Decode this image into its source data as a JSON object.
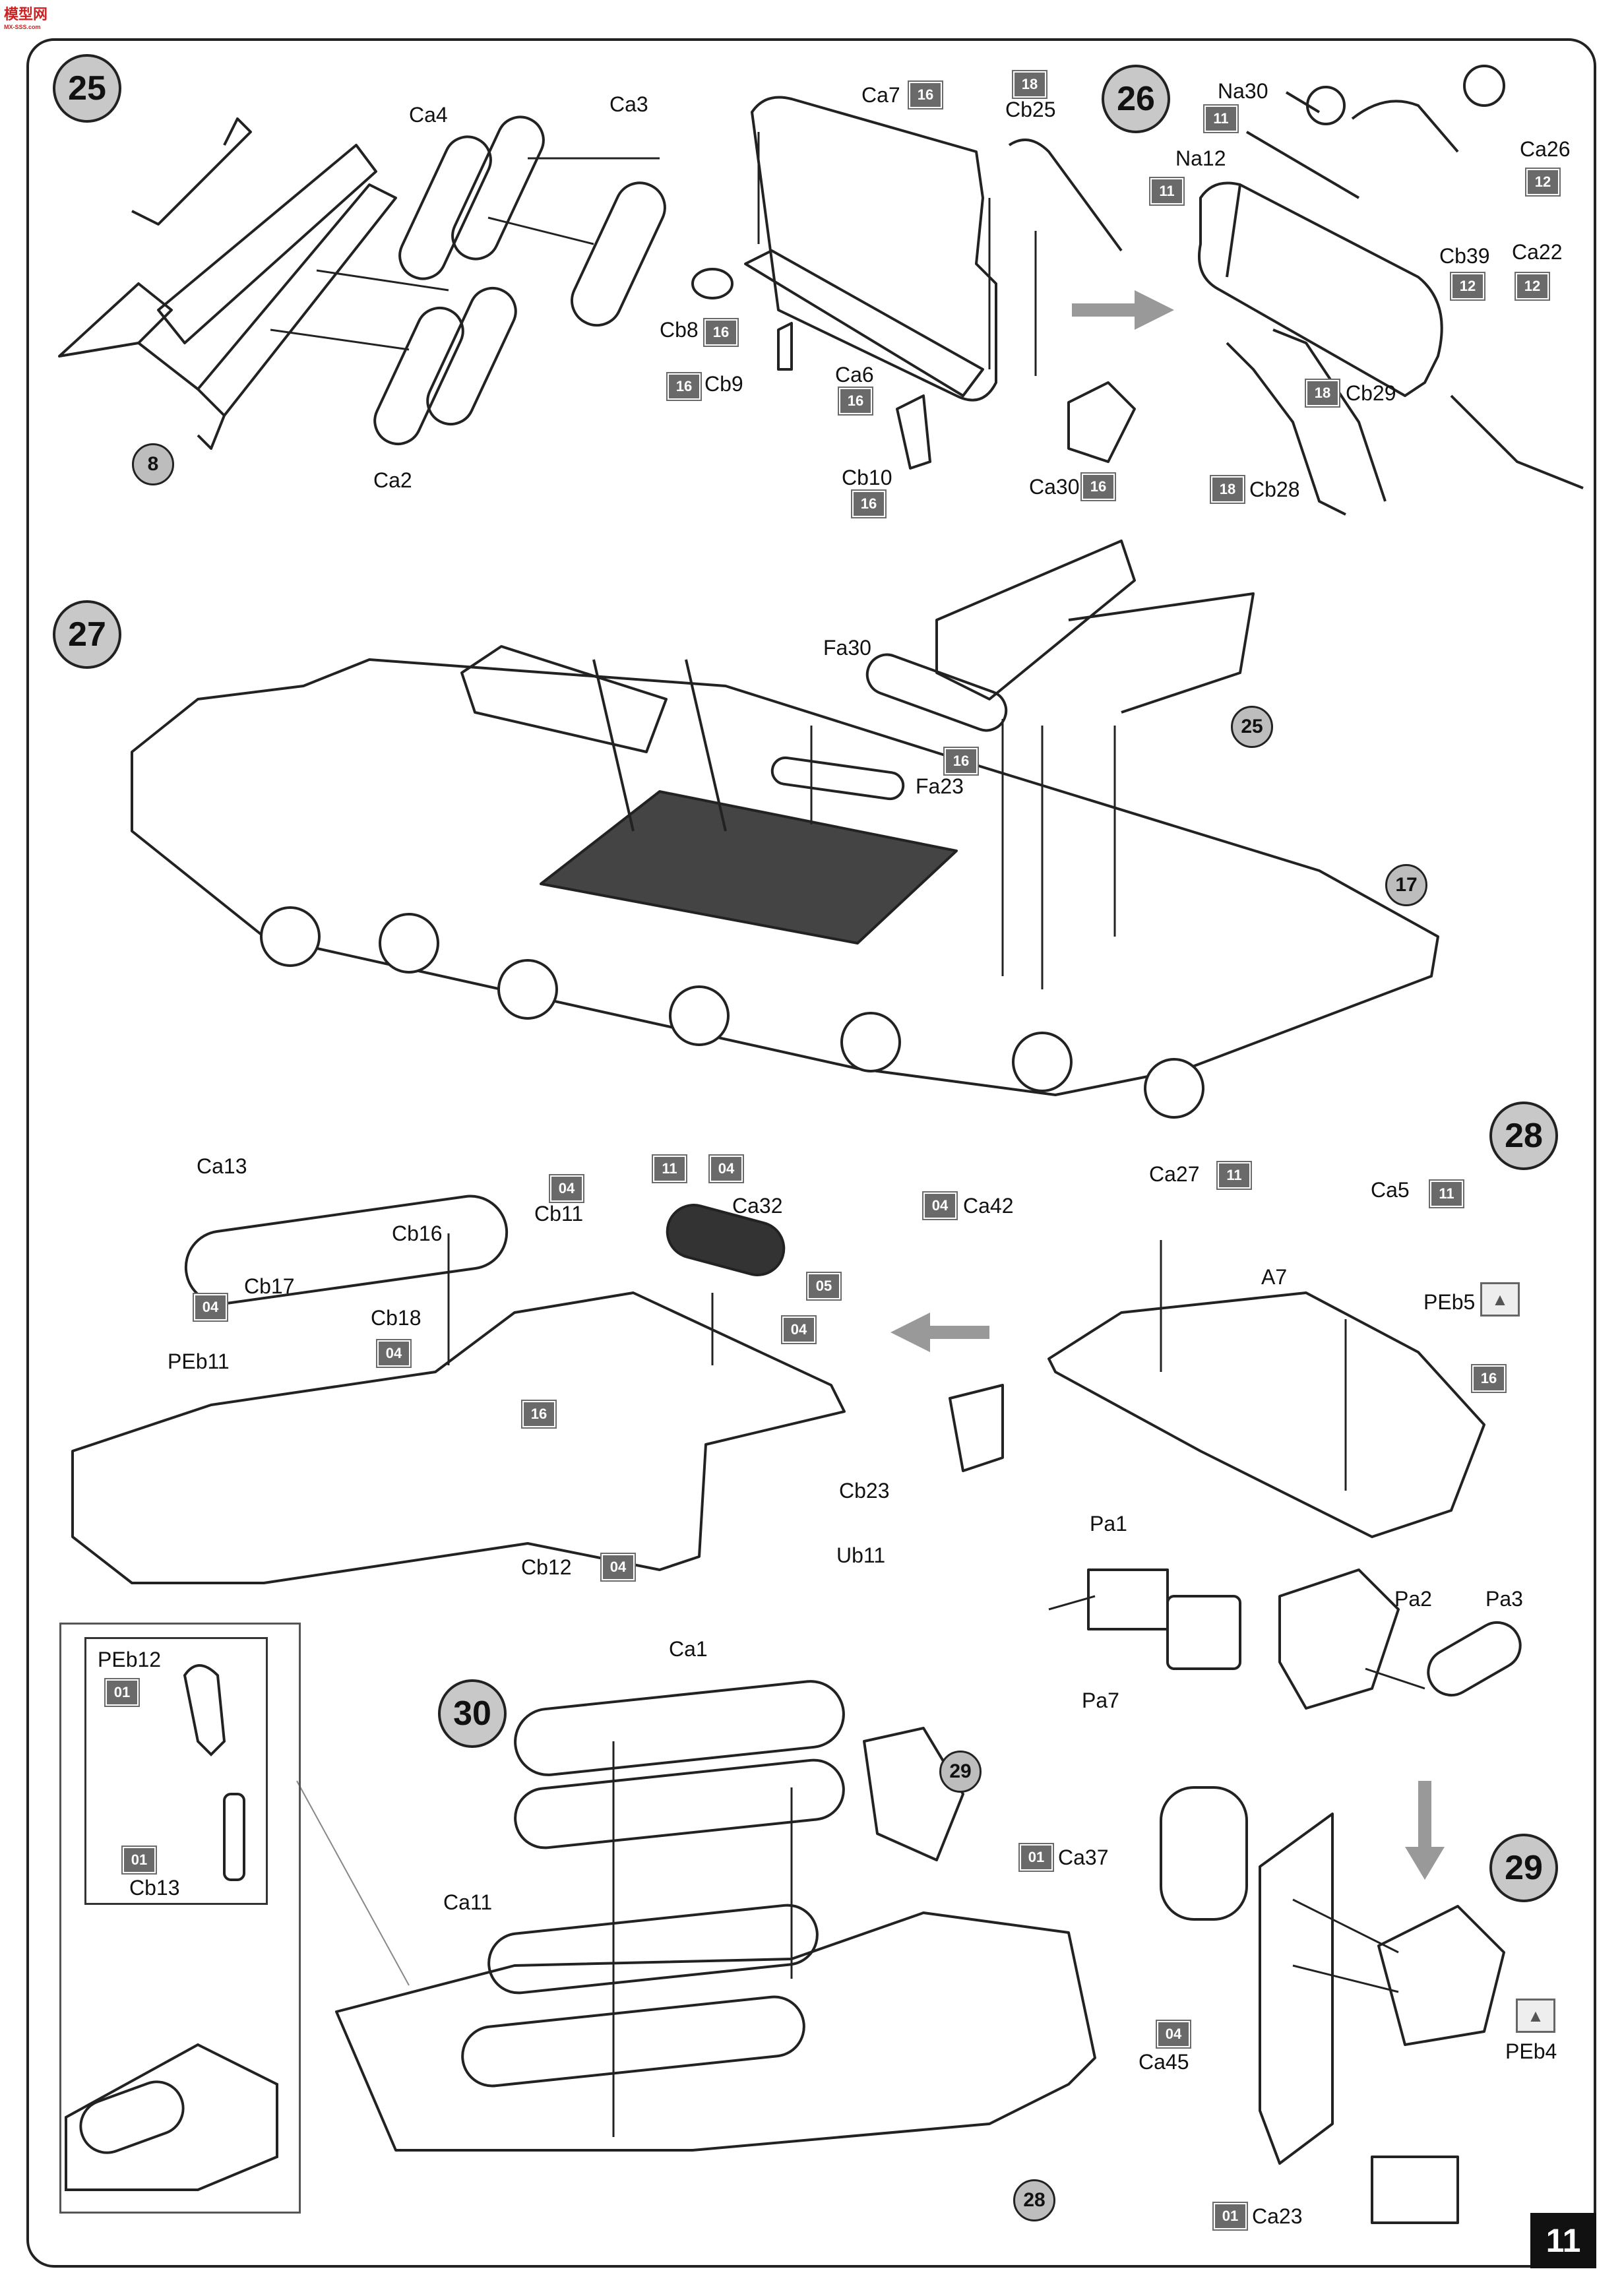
{
  "logo": {
    "text": "模型网",
    "sub": "MX-SSS.com"
  },
  "page_number": "11",
  "steps": [
    {
      "id": "25",
      "label": "25"
    },
    {
      "id": "26",
      "label": "26"
    },
    {
      "id": "27",
      "label": "27"
    },
    {
      "id": "28",
      "label": "28"
    },
    {
      "id": "29",
      "label": "29"
    },
    {
      "id": "30",
      "label": "30"
    }
  ],
  "refs": {
    "r8": "8",
    "r17": "17",
    "r25": "25",
    "r28": "28",
    "r29": "29"
  },
  "parts": {
    "ca4": "Ca4",
    "ca3": "Ca3",
    "ca2": "Ca2",
    "ca7": "Ca7",
    "cb25": "Cb25",
    "cb8": "Cb8",
    "cb9": "Cb9",
    "ca6": "Ca6",
    "cb10": "Cb10",
    "ca30": "Ca30",
    "na30": "Na30",
    "na12": "Na12",
    "ca26": "Ca26",
    "cb39": "Cb39",
    "ca22": "Ca22",
    "cb29": "Cb29",
    "cb28": "Cb28",
    "fa30": "Fa30",
    "fa23": "Fa23",
    "ca13": "Ca13",
    "cb16": "Cb16",
    "cb11": "Cb11",
    "ca32": "Ca32",
    "cb17": "Cb17",
    "cb18": "Cb18",
    "peb11": "PEb11",
    "cb12": "Cb12",
    "ca42": "Ca42",
    "ca27": "Ca27",
    "ca5": "Ca5",
    "a7": "A7",
    "peb5": "PEb5",
    "cb23": "Cb23",
    "pa1": "Pa1",
    "ub11": "Ub11",
    "pa2": "Pa2",
    "pa3": "Pa3",
    "pa7": "Pa7",
    "peb12": "PEb12",
    "cb13": "Cb13",
    "ca1": "Ca1",
    "ca11": "Ca11",
    "ca37": "Ca37",
    "ca45": "Ca45",
    "peb4": "PEb4",
    "ca23": "Ca23"
  },
  "sprues": {
    "s16_ca7": "16",
    "s18_cb25": "18",
    "s16_cb8": "16",
    "s16_cb9": "16",
    "s16_ca6": "16",
    "s16_cb10": "16",
    "s16_ca30": "16",
    "s11_na30": "11",
    "s11_na12": "11",
    "s12_ca26": "12",
    "s12_cb39": "12",
    "s12_ca22": "12",
    "s18_cb29": "18",
    "s18_cb28": "18",
    "s16_fa23": "16",
    "s04_cb11": "04",
    "s11_ca32": "11",
    "s04_ca32": "04",
    "s05_ca32": "05",
    "s04_hull": "04",
    "s04_cb17": "04",
    "s04_cb18": "04",
    "s16_hull": "16",
    "s04_cb12": "04",
    "s04_ca42": "04",
    "s11_ca27": "11",
    "s11_ca5": "11",
    "s16_a7": "16",
    "s01_peb12": "01",
    "s01_cb13": "01",
    "s01_ca37": "01",
    "s04_ca45": "04",
    "s01_ca23": "01"
  },
  "icons": {
    "peb5": "photo-etch-up-icon",
    "peb4": "photo-etch-up-icon"
  }
}
